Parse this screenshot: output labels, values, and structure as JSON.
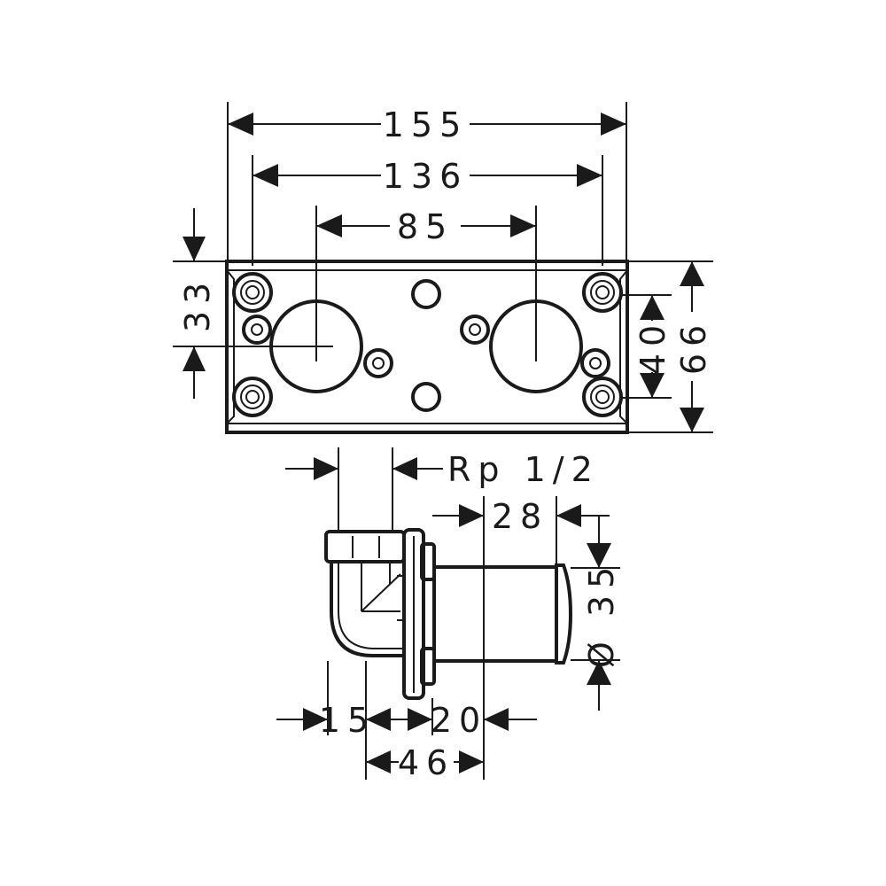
{
  "colors": {
    "ink": "#1a1a1a",
    "background": "#ffffff"
  },
  "top_view": {
    "dim_overall_width": "155",
    "dim_outer_holes": "136",
    "dim_valve_centers": "85",
    "dim_left_height": "33",
    "dim_right_inner": "40",
    "dim_right_height": "66"
  },
  "side_view": {
    "dim_thread": "Rp 1/2",
    "dim_depth_28": "28",
    "dim_diameter": "Ø 35",
    "dim_15": "15",
    "dim_20": "20",
    "dim_46": "46"
  }
}
